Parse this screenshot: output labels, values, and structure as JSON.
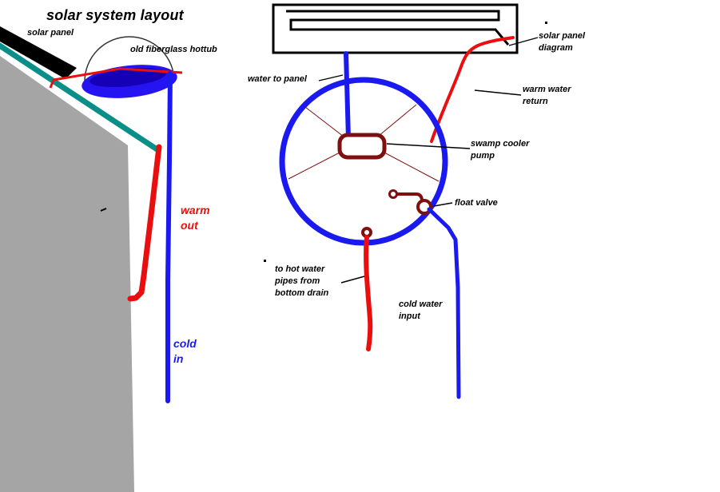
{
  "title": "solar system layout",
  "labels": {
    "solar_panel": "solar panel",
    "hottub": "old fiberglass hottub",
    "water_to_panel": "water to panel",
    "panel_diagram": "solar panel\ndiagram",
    "warm_water_return": "warm water\nreturn",
    "swamp_cooler_pump": "swamp cooler\npump",
    "float_valve": "float valve",
    "warm_out": "warm\nout",
    "cold_in": "cold\nin",
    "bottom_drain": "to hot water\npipes from\nbottom drain",
    "cold_water_input": "cold water\ninput"
  },
  "colors": {
    "hot_pipe": "#e90f0f",
    "cold_pipe": "#1a1af0",
    "pump_valve": "#7e1010",
    "wall": "#a5a5a5",
    "roof": "#0a8f88",
    "hottub_fill": "#2613f2",
    "hottub_top": "#1500b8",
    "ink": "#000000"
  }
}
